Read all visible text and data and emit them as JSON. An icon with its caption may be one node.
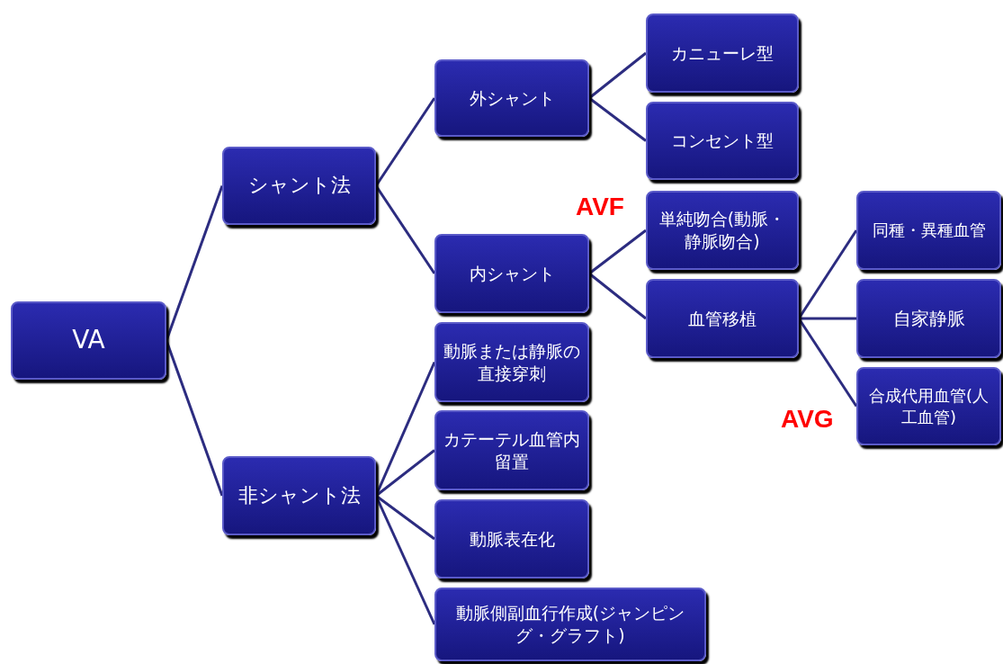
{
  "diagram": {
    "nodes": [
      {
        "text": [
          "VA"
        ]
      },
      {
        "text": [
          "シャント法"
        ]
      },
      {
        "text": [
          "非シャント法"
        ]
      },
      {
        "text": [
          "外シャント"
        ]
      },
      {
        "text": [
          "内シャント"
        ]
      },
      {
        "text": [
          "カニューレ型"
        ]
      },
      {
        "text": [
          "コンセント型"
        ]
      },
      {
        "text": [
          "単純吻合(動脈・静脈吻合)"
        ],
        "beside": [
          "AVF"
        ]
      },
      {
        "text": [
          "血管移植"
        ]
      },
      {
        "text": [
          "同種・異種血管"
        ]
      },
      {
        "text": [
          "自家静脈"
        ]
      },
      {
        "text": [
          "合成代用血管(人工血管)"
        ],
        "beside": [
          "AVG"
        ]
      },
      {
        "text": [
          "動脈または静脈の直接穿刺"
        ]
      },
      {
        "text": [
          "カテーテル血管内留置"
        ]
      },
      {
        "text": [
          "動脈表在化"
        ]
      },
      {
        "text": [
          "動脈側副血行作成(ジャンピング・グラフト)"
        ]
      }
    ],
    "edges": [
      {
        "from": 0,
        "to": 1,
        "arrow": "none"
      },
      {
        "from": 0,
        "to": 2,
        "arrow": "none"
      },
      {
        "from": 1,
        "to": 3,
        "arrow": "none"
      },
      {
        "from": 1,
        "to": 4,
        "arrow": "none"
      },
      {
        "from": 3,
        "to": 5,
        "arrow": "none"
      },
      {
        "from": 3,
        "to": 6,
        "arrow": "none"
      },
      {
        "from": 4,
        "to": 7,
        "arrow": "none"
      },
      {
        "from": 4,
        "to": 8,
        "arrow": "none"
      },
      {
        "from": 8,
        "to": 9,
        "arrow": "none"
      },
      {
        "from": 8,
        "to": 10,
        "arrow": "none"
      },
      {
        "from": 8,
        "to": 11,
        "arrow": "none"
      },
      {
        "from": 2,
        "to": 12,
        "arrow": "none"
      },
      {
        "from": 2,
        "to": 13,
        "arrow": "none"
      },
      {
        "from": 2,
        "to": 14,
        "arrow": "none"
      },
      {
        "from": 2,
        "to": 15,
        "arrow": "none"
      }
    ]
  }
}
